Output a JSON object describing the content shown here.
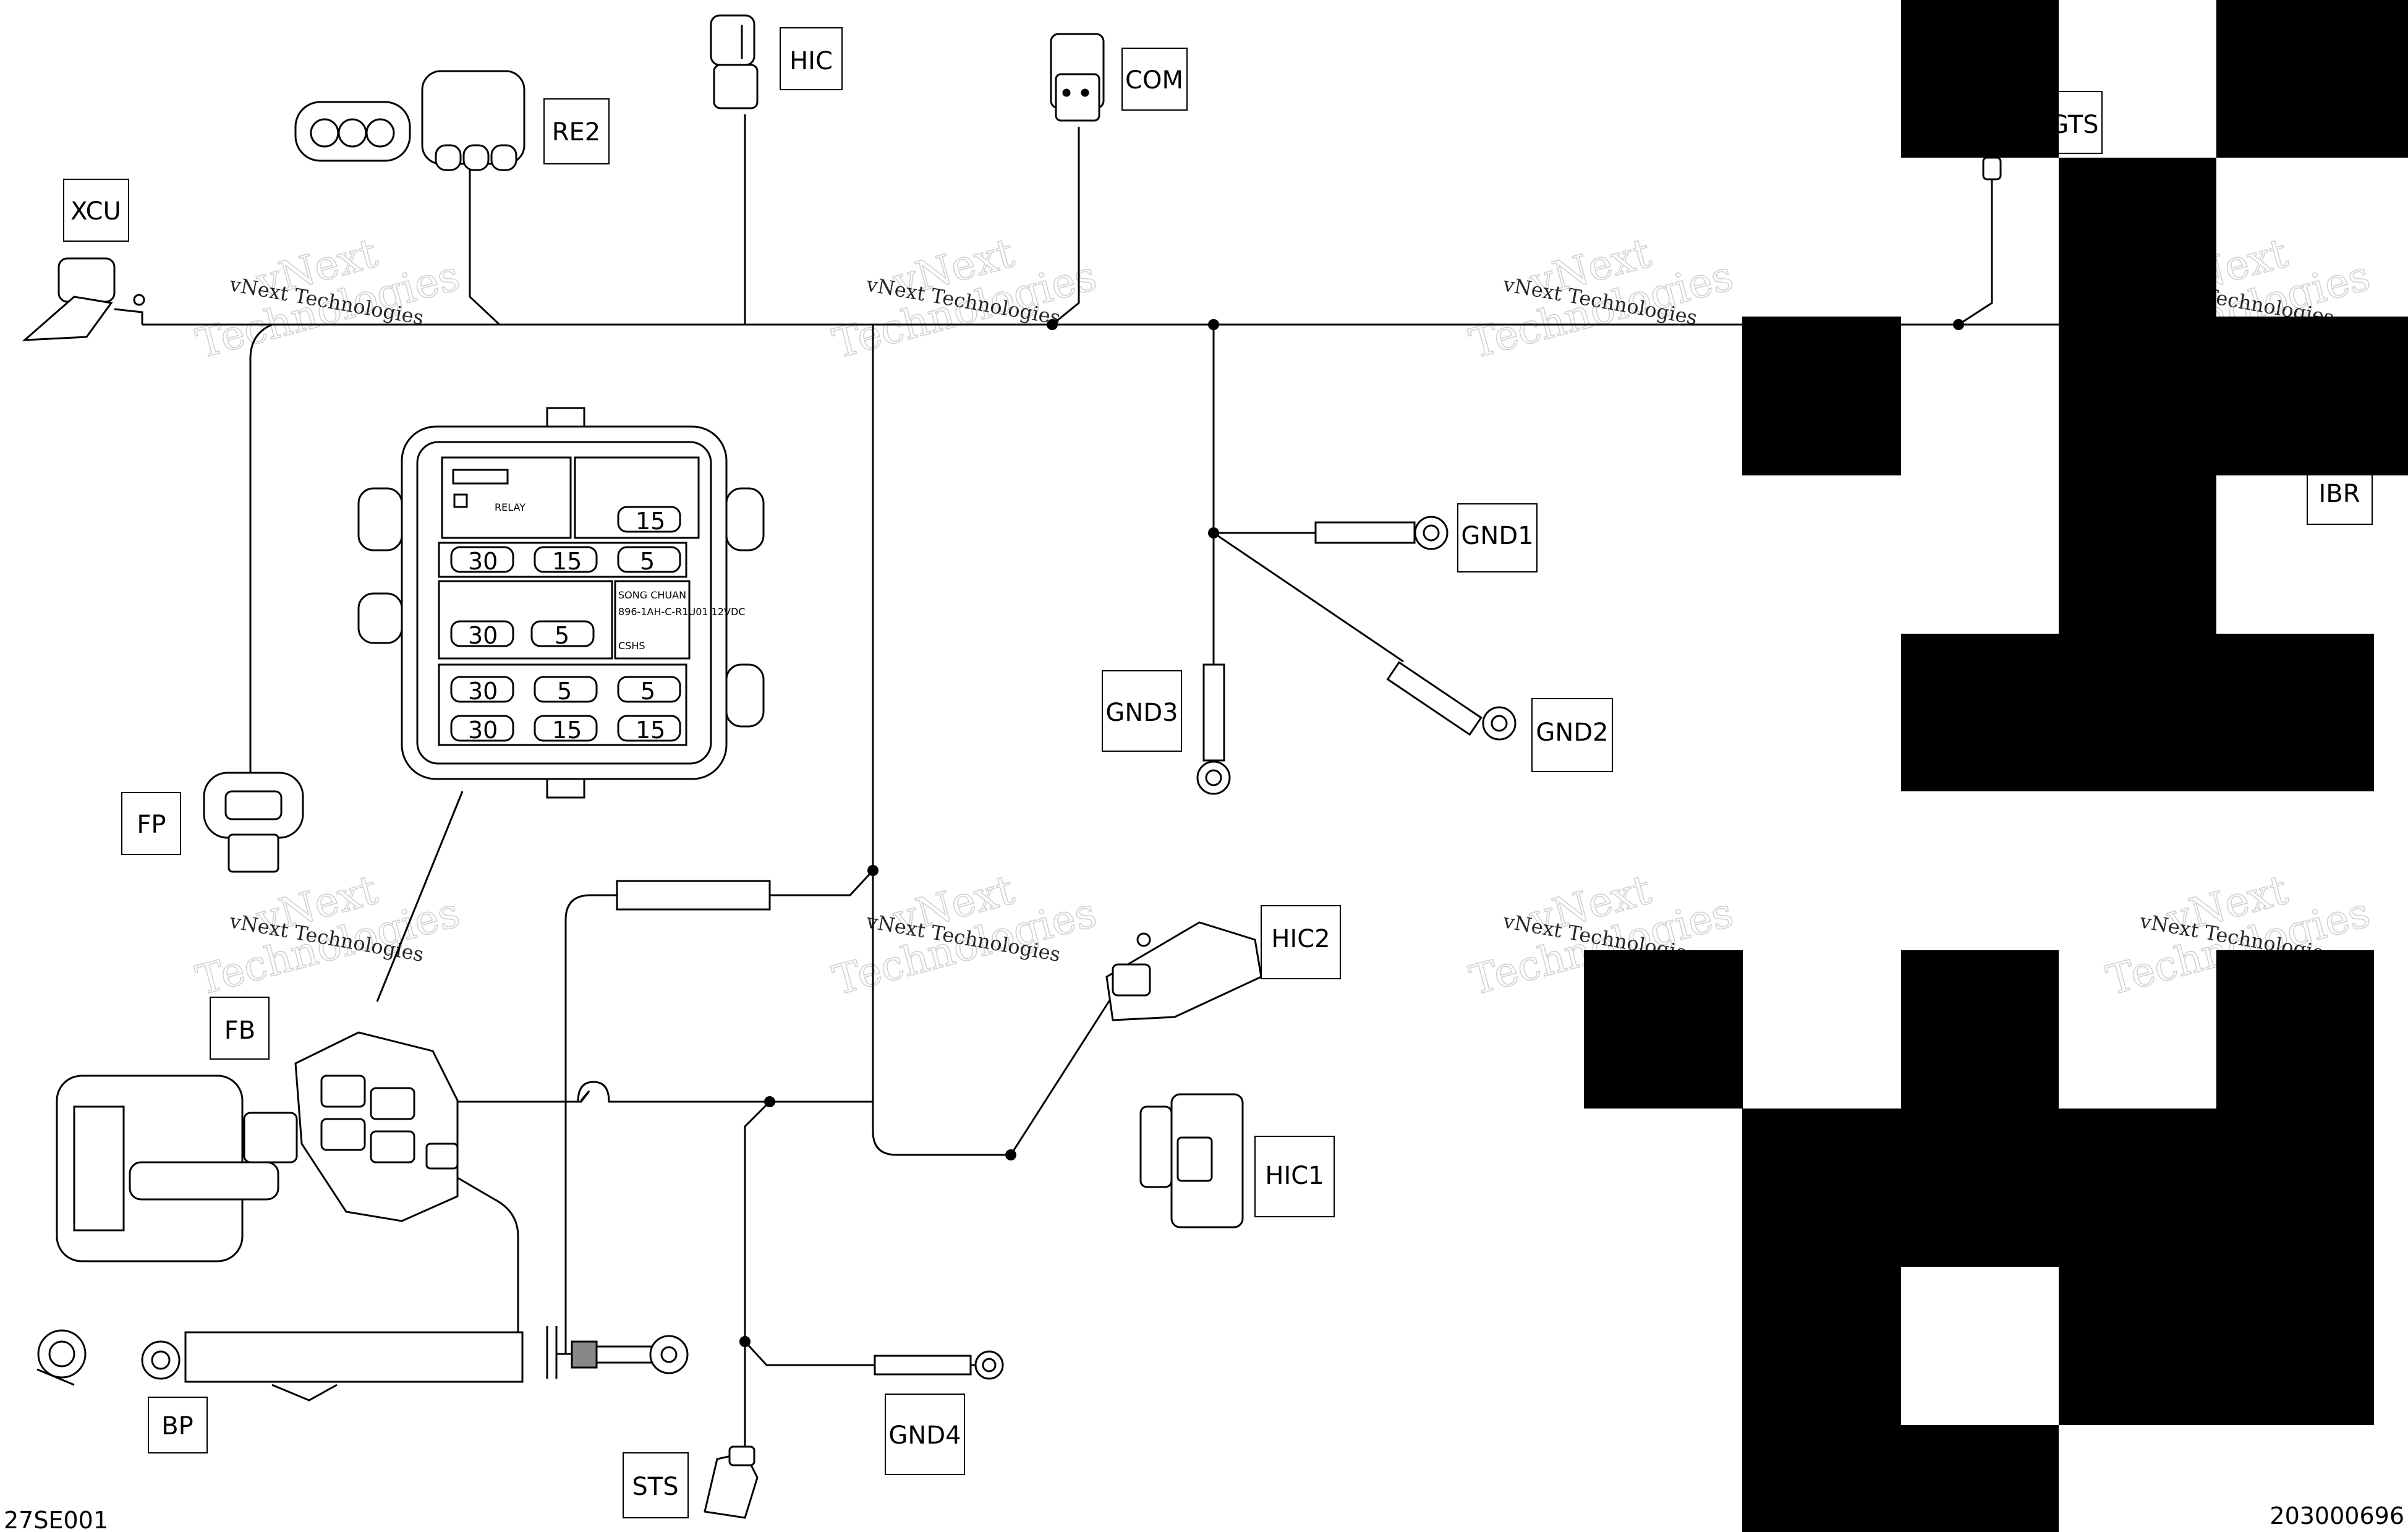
{
  "connectors": {
    "xcu": "XCU",
    "re2": "RE2",
    "hic": "HIC",
    "com": "COM",
    "gts": "GTS",
    "ibr": "IBR",
    "gnd1": "GND1",
    "gnd2": "GND2",
    "gnd3": "GND3",
    "fp": "FP",
    "fb": "FB",
    "hic2": "HIC2",
    "hic1": "HIC1",
    "bp": "BP",
    "sts": "STS",
    "gnd4": "GND4"
  },
  "fuse_box": {
    "relay_label": "RELAY",
    "fuses": [
      "30",
      "15",
      "5",
      "15",
      "30",
      "5",
      "30",
      "5",
      "5",
      "30",
      "15",
      "15"
    ],
    "module_text": [
      "SONG CHUAN",
      "896-1AH-C-R1U01 12VDC",
      "CSHS"
    ]
  },
  "watermark": {
    "line1": "vNext",
    "line2": "Technologies",
    "caption": "vNext Technologies"
  },
  "footer": {
    "left_code": "27SE001",
    "right_code": "203000696"
  }
}
